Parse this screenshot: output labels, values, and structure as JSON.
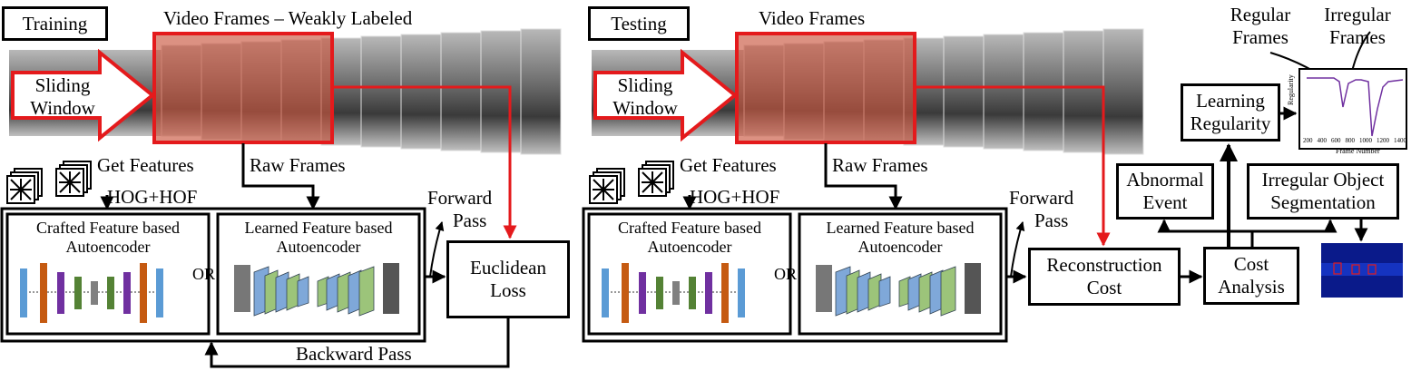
{
  "colors": {
    "accent_red": "#e41a1c",
    "window_fill": "#c9563f",
    "stroke": "#000000"
  },
  "training": {
    "tag": "Training",
    "frames_title": "Video Frames – Weakly Labeled",
    "sliding_window": [
      "Sliding",
      "Window"
    ],
    "get_features": "Get Features",
    "raw_frames": "Raw Frames",
    "hog_hof": "HOG+HOF",
    "crafted_ae": [
      "Crafted  Feature based",
      "Autoencoder"
    ],
    "or_label": "OR",
    "learned_ae": [
      "Learned  Feature based",
      "Autoencoder"
    ],
    "forward_pass": [
      "Forward",
      "Pass"
    ],
    "loss_box": [
      "Euclidean",
      "Loss"
    ],
    "backward_pass": "Backward Pass"
  },
  "testing": {
    "tag": "Testing",
    "frames_title": "Video Frames",
    "sliding_window": [
      "Sliding",
      "Window"
    ],
    "get_features": "Get Features",
    "raw_frames": "Raw Frames",
    "hog_hof": "HOG+HOF",
    "crafted_ae": [
      "Crafted  Feature based",
      "Autoencoder"
    ],
    "or_label": "OR",
    "learned_ae": [
      "Learned  Feature based",
      "Autoencoder"
    ],
    "forward_pass": [
      "Forward",
      "Pass"
    ],
    "recon_box": [
      "Reconstruction",
      "Cost"
    ],
    "cost_box": [
      "Cost",
      "Analysis"
    ],
    "abnormal_box": [
      "Abnormal",
      "Event"
    ],
    "segmentation_box": [
      "Irregular Object",
      "Segmentation"
    ],
    "learning_box": [
      "Learning",
      "Regularity"
    ],
    "regular_frames": [
      "Regular",
      "Frames"
    ],
    "irregular_frames": [
      "Irregular",
      "Frames"
    ]
  },
  "mini_plot": {
    "ylabel": "Regularity",
    "xlabel": "Frame Number",
    "ticks": [
      "200",
      "400",
      "600",
      "800",
      "1000",
      "1200",
      "1400"
    ]
  }
}
